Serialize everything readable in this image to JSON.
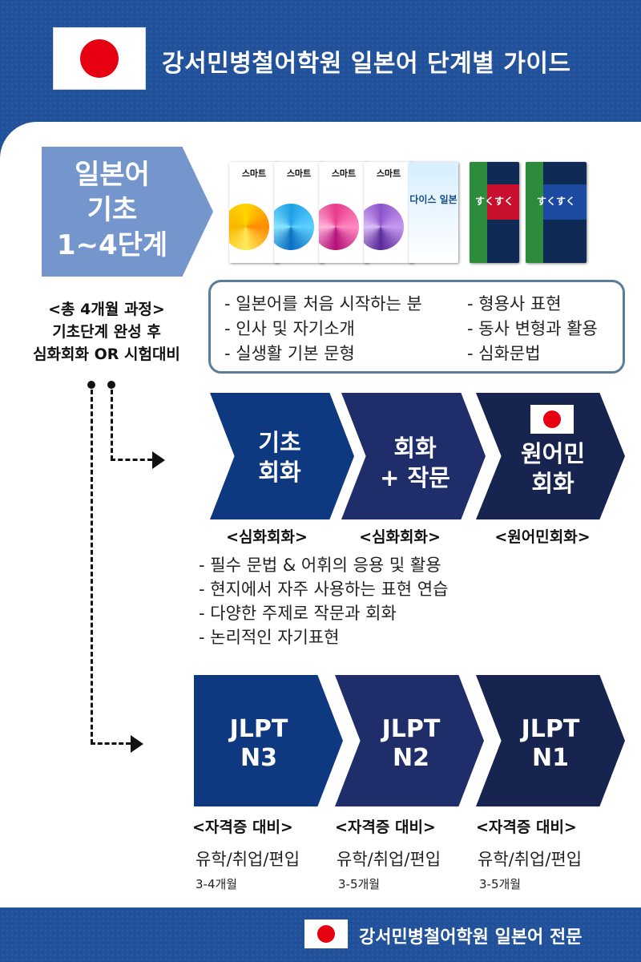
{
  "header": {
    "title": "강서민병철어학원 일본어 단계별 가이드"
  },
  "basic": {
    "title_lines": [
      "일본어",
      "기초",
      "1~4단계"
    ],
    "course_info": [
      "<총 4개월 과정>",
      "기초단계 완성 후",
      "심화회화 OR 시험대비"
    ],
    "books": [
      "스마트",
      "스마트",
      "스마트",
      "스마트",
      "다이스 일본",
      "すくすく",
      "すくすく"
    ],
    "topics_left": [
      "- 일본어를 처음 시작하는 분",
      "- 인사 및 자기소개",
      "- 실생활 기본 문형"
    ],
    "topics_right": [
      "- 형용사 표현",
      "- 동사 변형과 활용",
      "- 심화문법"
    ]
  },
  "conversation": {
    "steps": [
      {
        "label_lines": [
          "기초",
          "회화"
        ],
        "tag": "<심화회화>"
      },
      {
        "label_lines": [
          "회화",
          "+ 작문"
        ],
        "tag": "<심화회화>"
      },
      {
        "label_lines": [
          "원어민",
          "회화"
        ],
        "tag": "<원어민회화>"
      }
    ],
    "details": [
      "- 필수 문법 & 어휘의 응용 및 활용",
      "- 현지에서 자주 사용하는 표현 연습",
      "- 다양한 주제로 작문과 회화",
      "- 논리적인 자기표현"
    ]
  },
  "jlpt": {
    "levels": [
      {
        "label_lines": [
          "JLPT",
          "N3"
        ],
        "tag": "<자격증 대비>",
        "purpose": "유학/취업/편입",
        "duration": "3-4개월"
      },
      {
        "label_lines": [
          "JLPT",
          "N2"
        ],
        "tag": "<자격증 대비>",
        "purpose": "유학/취업/편입",
        "duration": "3-5개월"
      },
      {
        "label_lines": [
          "JLPT",
          "N1"
        ],
        "tag": "<자격증 대비>",
        "purpose": "유학/취업/편입",
        "duration": "3-5개월"
      }
    ]
  },
  "footer": {
    "text": "강서민병철어학원 일본어 전문"
  },
  "colors": {
    "background": "#21519a",
    "basic_arrow": "#7496cc",
    "step_1": "#0e3980",
    "step_2": "#1f2e6a",
    "step_3": "#17244f",
    "flag_red": "#e60012",
    "box_border": "#5c7d9a"
  },
  "icons": [
    "japan-flag-icon",
    "dashed-arrow-icon"
  ]
}
